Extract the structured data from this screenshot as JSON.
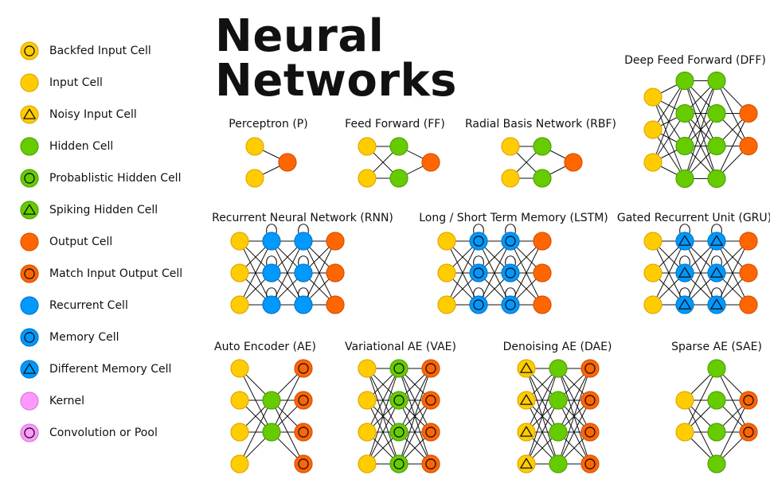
{
  "title": "Neural Networks",
  "colors": {
    "input": "#FFCC00",
    "input_stroke": "#E0A800",
    "hidden": "#66CC00",
    "hidden_stroke": "#4EA300",
    "output": "#FF6600",
    "output_stroke": "#D94F00",
    "recurrent": "#0099FF",
    "recurrent_stroke": "#0077CC",
    "kernel": "#FF99FF",
    "kernel_stroke": "#D977D9",
    "line": "#111111"
  },
  "legend": [
    {
      "label": "Backfed Input Cell",
      "type": "input",
      "marker": "circle"
    },
    {
      "label": "Input Cell",
      "type": "input",
      "marker": "none"
    },
    {
      "label": "Noisy Input Cell",
      "type": "input",
      "marker": "triangle"
    },
    {
      "label": "Hidden Cell",
      "type": "hidden",
      "marker": "none"
    },
    {
      "label": "Probablistic Hidden Cell",
      "type": "hidden",
      "marker": "circle"
    },
    {
      "label": "Spiking Hidden Cell",
      "type": "hidden",
      "marker": "triangle"
    },
    {
      "label": "Output Cell",
      "type": "output",
      "marker": "none"
    },
    {
      "label": "Match Input Output Cell",
      "type": "output",
      "marker": "circle"
    },
    {
      "label": "Recurrent Cell",
      "type": "recurrent",
      "marker": "none"
    },
    {
      "label": "Memory Cell",
      "type": "recurrent",
      "marker": "circle"
    },
    {
      "label": "Different Memory Cell",
      "type": "recurrent",
      "marker": "triangle"
    },
    {
      "label": "Kernel",
      "type": "kernel",
      "marker": "none"
    },
    {
      "label": "Convolution or Pool",
      "type": "kernel",
      "marker": "circle"
    }
  ],
  "networks": [
    {
      "id": "p",
      "name": "Perceptron (P)",
      "layers": [
        {
          "count": 2,
          "type": "input",
          "marker": "none"
        },
        {
          "count": 1,
          "type": "output",
          "marker": "none"
        }
      ]
    },
    {
      "id": "ff",
      "name": "Feed Forward (FF)",
      "layers": [
        {
          "count": 2,
          "type": "input",
          "marker": "none"
        },
        {
          "count": 2,
          "type": "hidden",
          "marker": "none"
        },
        {
          "count": 1,
          "type": "output",
          "marker": "none"
        }
      ]
    },
    {
      "id": "rbf",
      "name": "Radial Basis Network (RBF)",
      "layers": [
        {
          "count": 2,
          "type": "input",
          "marker": "none"
        },
        {
          "count": 2,
          "type": "hidden",
          "marker": "none"
        },
        {
          "count": 1,
          "type": "output",
          "marker": "none"
        }
      ]
    },
    {
      "id": "dff",
      "name": "Deep Feed Forward (DFF)",
      "layers": [
        {
          "count": 3,
          "type": "input",
          "marker": "none"
        },
        {
          "count": 4,
          "type": "hidden",
          "marker": "none"
        },
        {
          "count": 4,
          "type": "hidden",
          "marker": "none"
        },
        {
          "count": 2,
          "type": "output",
          "marker": "none"
        }
      ]
    },
    {
      "id": "rnn",
      "name": "Recurrent Neural Network (RNN)",
      "layers": [
        {
          "count": 3,
          "type": "input",
          "marker": "none"
        },
        {
          "count": 3,
          "type": "recurrent",
          "marker": "none",
          "loops": true
        },
        {
          "count": 3,
          "type": "recurrent",
          "marker": "none",
          "loops": true
        },
        {
          "count": 3,
          "type": "output",
          "marker": "none"
        }
      ]
    },
    {
      "id": "lstm",
      "name": "Long / Short Term Memory (LSTM)",
      "layers": [
        {
          "count": 3,
          "type": "input",
          "marker": "none"
        },
        {
          "count": 3,
          "type": "recurrent",
          "marker": "circle",
          "loops": true
        },
        {
          "count": 3,
          "type": "recurrent",
          "marker": "circle",
          "loops": true
        },
        {
          "count": 3,
          "type": "output",
          "marker": "none"
        }
      ]
    },
    {
      "id": "gru",
      "name": "Gated Recurrent Unit (GRU)",
      "layers": [
        {
          "count": 3,
          "type": "input",
          "marker": "none"
        },
        {
          "count": 3,
          "type": "recurrent",
          "marker": "triangle",
          "loops": true
        },
        {
          "count": 3,
          "type": "recurrent",
          "marker": "triangle",
          "loops": true
        },
        {
          "count": 3,
          "type": "output",
          "marker": "none"
        }
      ]
    },
    {
      "id": "ae",
      "name": "Auto Encoder (AE)",
      "layers": [
        {
          "count": 4,
          "type": "input",
          "marker": "none"
        },
        {
          "count": 2,
          "type": "hidden",
          "marker": "none"
        },
        {
          "count": 4,
          "type": "output",
          "marker": "circle"
        }
      ]
    },
    {
      "id": "vae",
      "name": "Variational AE (VAE)",
      "layers": [
        {
          "count": 4,
          "type": "input",
          "marker": "none"
        },
        {
          "count": 4,
          "type": "hidden",
          "marker": "circle"
        },
        {
          "count": 4,
          "type": "output",
          "marker": "circle"
        }
      ]
    },
    {
      "id": "dae",
      "name": "Denoising AE (DAE)",
      "layers": [
        {
          "count": 4,
          "type": "input",
          "marker": "triangle"
        },
        {
          "count": 4,
          "type": "hidden",
          "marker": "none"
        },
        {
          "count": 4,
          "type": "output",
          "marker": "circle"
        }
      ]
    },
    {
      "id": "sae",
      "name": "Sparse AE (SAE)",
      "layers": [
        {
          "count": 2,
          "type": "input",
          "marker": "none"
        },
        {
          "count": 4,
          "type": "hidden",
          "marker": "none"
        },
        {
          "count": 2,
          "type": "output",
          "marker": "circle"
        }
      ]
    }
  ]
}
